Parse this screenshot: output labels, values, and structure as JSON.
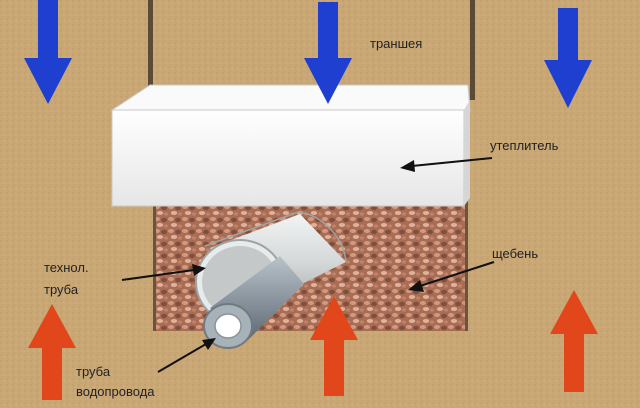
{
  "labels": {
    "trench": "траншея",
    "insulation": "утеплитель",
    "tech_pipe_line1": "технол.",
    "tech_pipe_line2": "труба",
    "gravel": "щебень",
    "water_pipe_line1": "труба",
    "water_pipe_line2": "водопровода"
  },
  "colors": {
    "soil": "#c9a876",
    "trench_wall": "#5b4a35",
    "insulation": "#f4f4f4",
    "gravel": "#b87f62",
    "tech_pipe": "#d9dcdc",
    "water_pipe": "#8f9aa2",
    "cold_arrow": "#1f3fd0",
    "warm_arrow": "#e2461b"
  }
}
